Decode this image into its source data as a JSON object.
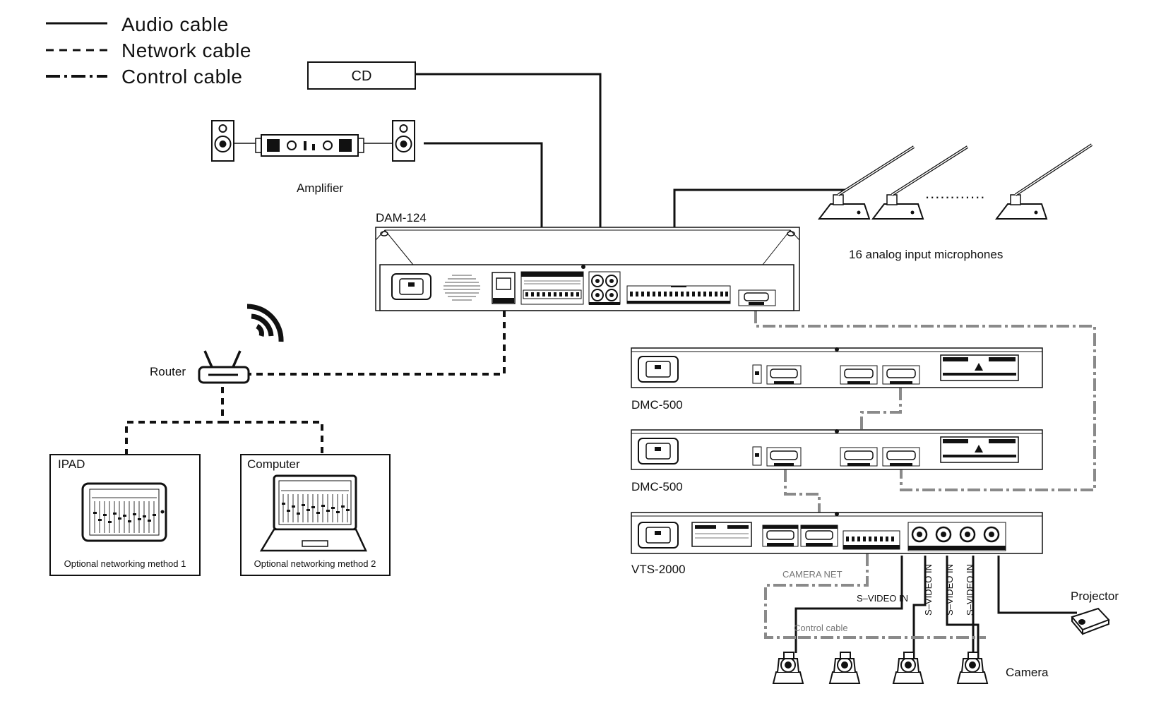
{
  "legend": {
    "audio": "Audio cable",
    "network": "Network cable",
    "control": "Control cable"
  },
  "devices": {
    "cd": "CD",
    "amplifier": "Amplifier",
    "dam": "DAM-124",
    "microphones": "16 analog input microphones",
    "router": "Router",
    "dmc1": "DMC-500",
    "dmc2": "DMC-500",
    "vts": "VTS-2000",
    "projector": "Projector",
    "camera": "Camera"
  },
  "clients": {
    "ipad_title": "IPAD",
    "ipad_caption": "Optional networking method 1",
    "computer_title": "Computer",
    "computer_caption": "Optional networking method 2"
  },
  "labels": {
    "camera_net": "CAMERA NET",
    "control_cable": "Control cable",
    "svideo_h": "S–VIDEO IN",
    "svideo_v1": "S–VIDEO IN",
    "svideo_v2": "S–VIDEO IN",
    "svideo_v3": "S–VIDEO IN",
    "mic_dots": "............"
  },
  "colors": {
    "line": "#111111",
    "control_grey": "#8a8a8a"
  }
}
